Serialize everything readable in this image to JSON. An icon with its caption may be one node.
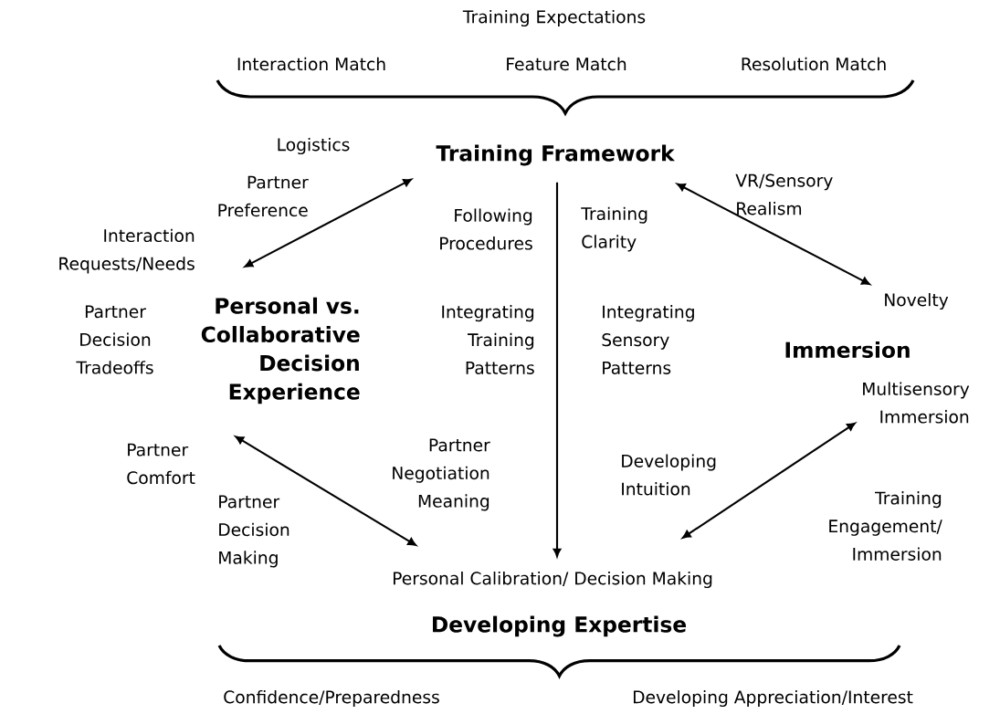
{
  "diagram": {
    "nodes": [
      {
        "text": [
          "Training Framework"
        ]
      },
      {
        "text": [
          "Personal vs. Collaborative Decision Experience"
        ]
      },
      {
        "text": [
          "Immersion"
        ]
      },
      {
        "text": [
          "Personal Calibration/ Decision Making"
        ]
      },
      {
        "text": [
          "Novelty"
        ]
      },
      {
        "text": [
          "Multisensory Immersion"
        ]
      }
    ],
    "edges": [
      {
        "from": 1,
        "to": 0,
        "arrow": "both"
      },
      {
        "from": 0,
        "to": 4,
        "arrow": "both"
      },
      {
        "from": 0,
        "to": 3,
        "arrow": "to"
      },
      {
        "from": 1,
        "to": 3,
        "arrow": "both"
      },
      {
        "from": 5,
        "to": 3,
        "arrow": "both"
      }
    ],
    "labels": [
      "Training Expectations",
      "Interaction Match",
      "Feature Match",
      "Resolution Match",
      "Logistics",
      "Partner Preference",
      "VR/Sensory Realism",
      "Following Procedures",
      "Training Clarity",
      "Interaction Requests/Needs",
      "Partner Decision Tradeoffs",
      "Integrating Training Patterns",
      "Integrating Sensory Patterns",
      "Partner Comfort",
      "Partner Negotiation Meaning",
      "Developing Intuition",
      "Partner Decision Making",
      "Training Engagement/ Immersion",
      "Developing Expertise",
      "Confidence/Preparedness",
      "Developing Appreciation/Interest"
    ]
  }
}
